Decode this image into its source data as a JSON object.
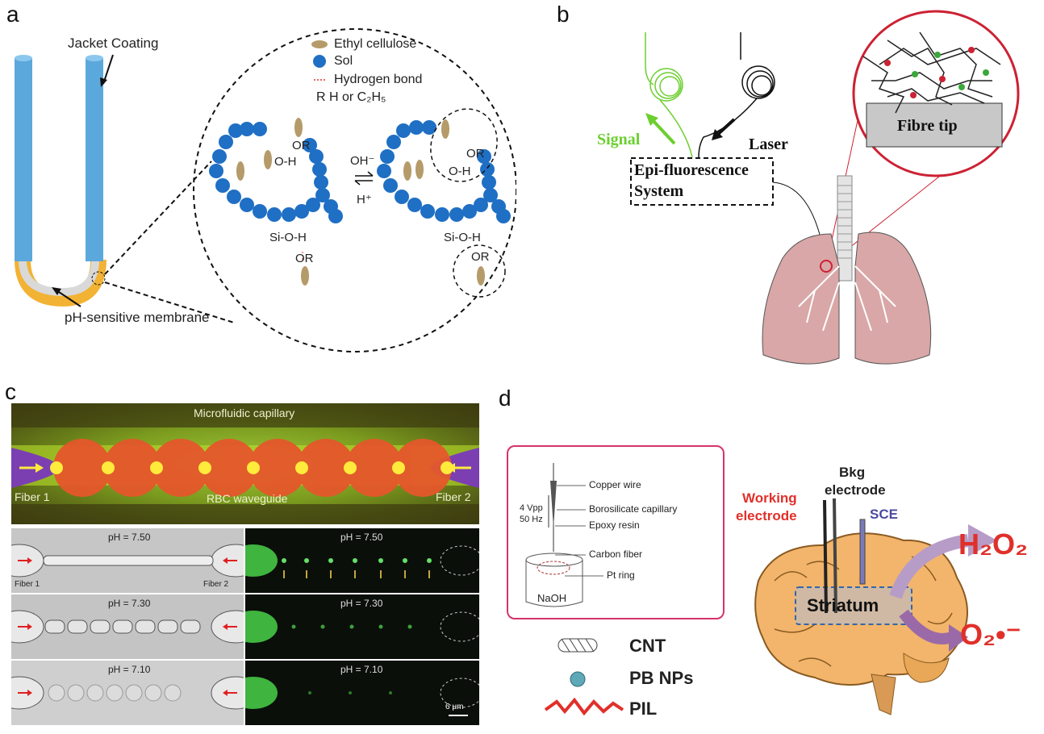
{
  "panel_letters": {
    "a": "a",
    "b": "b",
    "c": "c",
    "d": "d"
  },
  "panel_a": {
    "jacket_coating": "Jacket Coating",
    "ph_membrane": "pH-sensitive membrane",
    "legend": {
      "ethyl": "Ethyl cellulose",
      "sol": "Sol",
      "hbond": "Hydrogen bond",
      "r": "R   H or C₂H₅"
    },
    "labels": {
      "or1": "OR",
      "oh1": "O-H",
      "sioh1": "Si-O-H",
      "or2": "OR",
      "eq_top": "OH⁻",
      "eq_bot": "H⁺",
      "or3": "OR",
      "oh3": "O-H",
      "sioh2": "Si-O-H",
      "or4": "OR"
    },
    "colors": {
      "fiber": "#5ba8dc",
      "membrane": "#f2b233",
      "sol": "#1f6fc4",
      "ethyl": "#b59b6a"
    }
  },
  "panel_b": {
    "signal": "Signal",
    "laser": "Laser",
    "system1": "Epi-fluorescence",
    "system2": "System",
    "fibre_tip": "Fibre tip",
    "colors": {
      "signal": "#6ccf2f",
      "lung": "#d9a7a7",
      "circle": "#cc2233"
    }
  },
  "panel_c": {
    "capillary": "Microfluidic capillary",
    "fiber1": "Fiber 1",
    "fiber2": "Fiber 2",
    "waveguide": "RBC waveguide",
    "rows": [
      {
        "ph": "pH = 7.50"
      },
      {
        "ph": "pH = 7.30"
      },
      {
        "ph": "pH = 7.10"
      }
    ],
    "small_fiber1": "Fiber 1",
    "small_fiber2": "Fiber 2",
    "scale": "6 μm"
  },
  "panel_d": {
    "inset": {
      "copper": "Copper wire",
      "voltage1": "4 Vpp",
      "voltage2": "50 Hz",
      "boro": "Borosilicate capillary",
      "epoxy": "Epoxy resin",
      "carbon": "Carbon fiber",
      "pt": "Pt ring",
      "naoh": "NaOH"
    },
    "legend": {
      "cnt": "CNT",
      "pb": "PB NPs",
      "pil": "PIL"
    },
    "working1": "Working",
    "working2": "electrode",
    "bkg1": "Bkg",
    "bkg2": "electrode",
    "sce": "SCE",
    "striatum": "Striatum",
    "h2o2": "H₂O₂",
    "o2": "O₂•⁻",
    "colors": {
      "brain": "#f2b56b",
      "accent": "#e0302a",
      "sce": "#4a4aa0"
    }
  }
}
